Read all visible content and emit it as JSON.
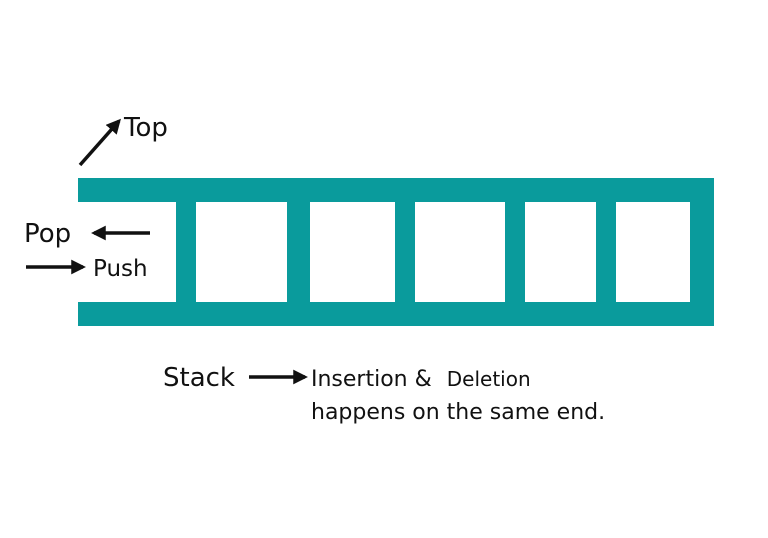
{
  "labels": {
    "top": "Top",
    "pop": "Pop",
    "push": "Push",
    "stack": "Stack",
    "insertion": "Insertion &",
    "deletion": "Deletion",
    "description_line2": "happens on the same end."
  },
  "colors": {
    "stack_fill": "#0a9b9c",
    "arrow": "#111111",
    "text": "#111111",
    "background": "#ffffff"
  },
  "stack": {
    "slot_count": 6
  }
}
